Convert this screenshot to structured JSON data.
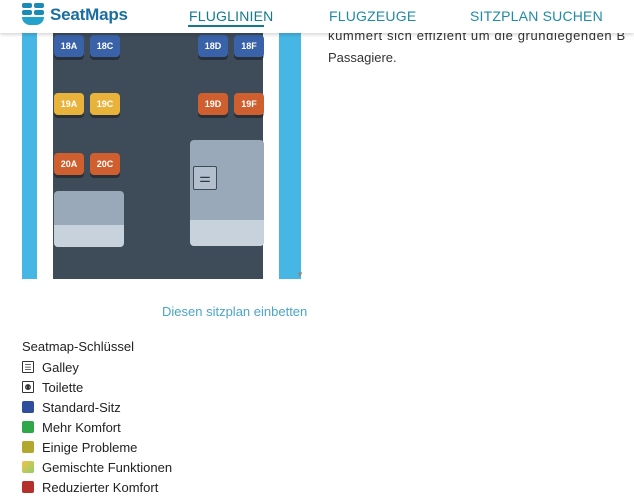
{
  "header": {
    "logo_text": "SeatMaps",
    "nav": [
      {
        "label": "FLUGLINIEN",
        "active": true
      },
      {
        "label": "FLUGZEUGE",
        "active": false
      },
      {
        "label": "SITZPLAN SUCHEN",
        "active": false
      }
    ]
  },
  "article": {
    "line1": "kümmert sich effizient um die grundlegenden B",
    "line2": "Passagiere."
  },
  "seatmap": {
    "seats": [
      {
        "id": "18A",
        "class": "blue"
      },
      {
        "id": "18C",
        "class": "blue"
      },
      {
        "id": "18D",
        "class": "blue"
      },
      {
        "id": "18F",
        "class": "blue"
      },
      {
        "id": "19A",
        "class": "yellow"
      },
      {
        "id": "19C",
        "class": "yellow"
      },
      {
        "id": "19D",
        "class": "orange"
      },
      {
        "id": "19F",
        "class": "orange"
      },
      {
        "id": "20A",
        "class": "orange"
      },
      {
        "id": "20C",
        "class": "orange"
      }
    ],
    "galley_icon": "galley-icon"
  },
  "embed_link": "Diesen sitzplan einbetten",
  "legend": {
    "title": "Seatmap-Schlüssel",
    "items": [
      {
        "label": "Galley",
        "type": "icon",
        "icon": "galley-icon"
      },
      {
        "label": "Toilette",
        "type": "icon",
        "icon": "toilet-icon"
      },
      {
        "label": "Standard-Sitz",
        "type": "color",
        "color": "#2f4f9e"
      },
      {
        "label": "Mehr Komfort",
        "type": "color",
        "color": "#2fa84a"
      },
      {
        "label": "Einige Probleme",
        "type": "color",
        "color": "#b3a82e"
      },
      {
        "label": "Gemischte Funktionen",
        "type": "gradient",
        "color": "#8fd06a"
      },
      {
        "label": "Reduzierter Komfort",
        "type": "color",
        "color": "#b3302b"
      }
    ]
  }
}
